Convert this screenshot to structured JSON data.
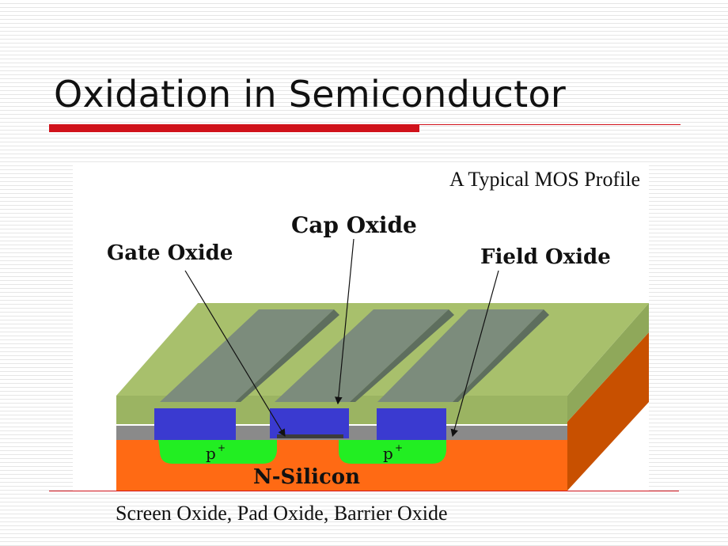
{
  "slide": {
    "title": "Oxidation in Semiconductor",
    "caption_top": "A Typical MOS Profile",
    "caption_bottom": "Screen Oxide, Pad Oxide, Barrier Oxide"
  },
  "diagram": {
    "labels": {
      "cap_oxide": "Cap Oxide",
      "gate_oxide": "Gate Oxide",
      "field_oxide": "Field Oxide",
      "substrate": "N-Silicon",
      "p_region": "p",
      "p_superscript": "+"
    },
    "colors": {
      "accent_red": "#d0121b",
      "field_oxide": "#a8c06c",
      "gate_stripe": "#7c8c7c",
      "gate_electrode": "#3a3ad0",
      "gate_oxide_layer": "#8a8a8a",
      "p_region": "#22ee22",
      "substrate_front": "#ff6a14",
      "substrate_side": "#c85000"
    }
  }
}
